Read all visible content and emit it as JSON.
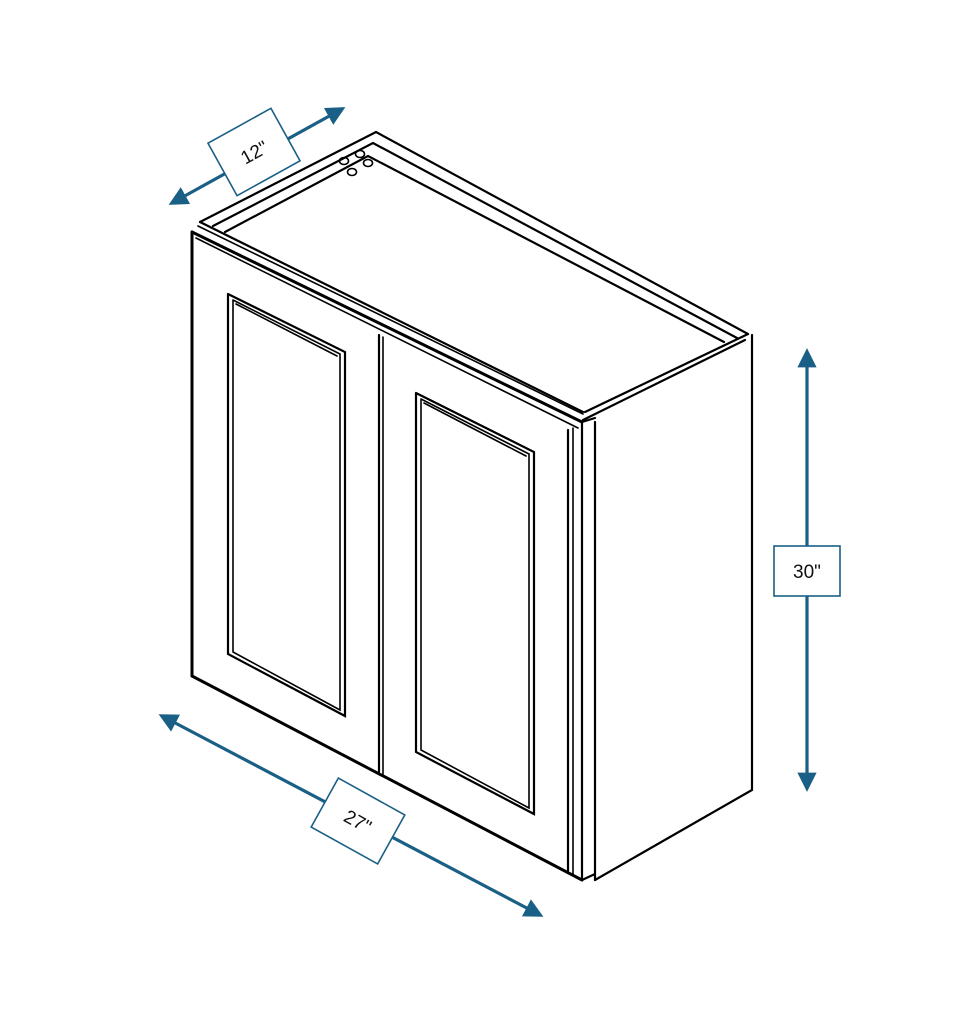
{
  "diagram": {
    "subject": "Double-door wall cabinet isometric line drawing",
    "colors": {
      "line": "#000000",
      "dimension": "#1a5f85",
      "background": "#ffffff"
    },
    "dimensions": {
      "depth": {
        "label": "12\""
      },
      "height": {
        "label": "30\""
      },
      "width": {
        "label": "27\""
      }
    },
    "parts": {
      "doors": 2,
      "hanging_holes": 4
    }
  }
}
